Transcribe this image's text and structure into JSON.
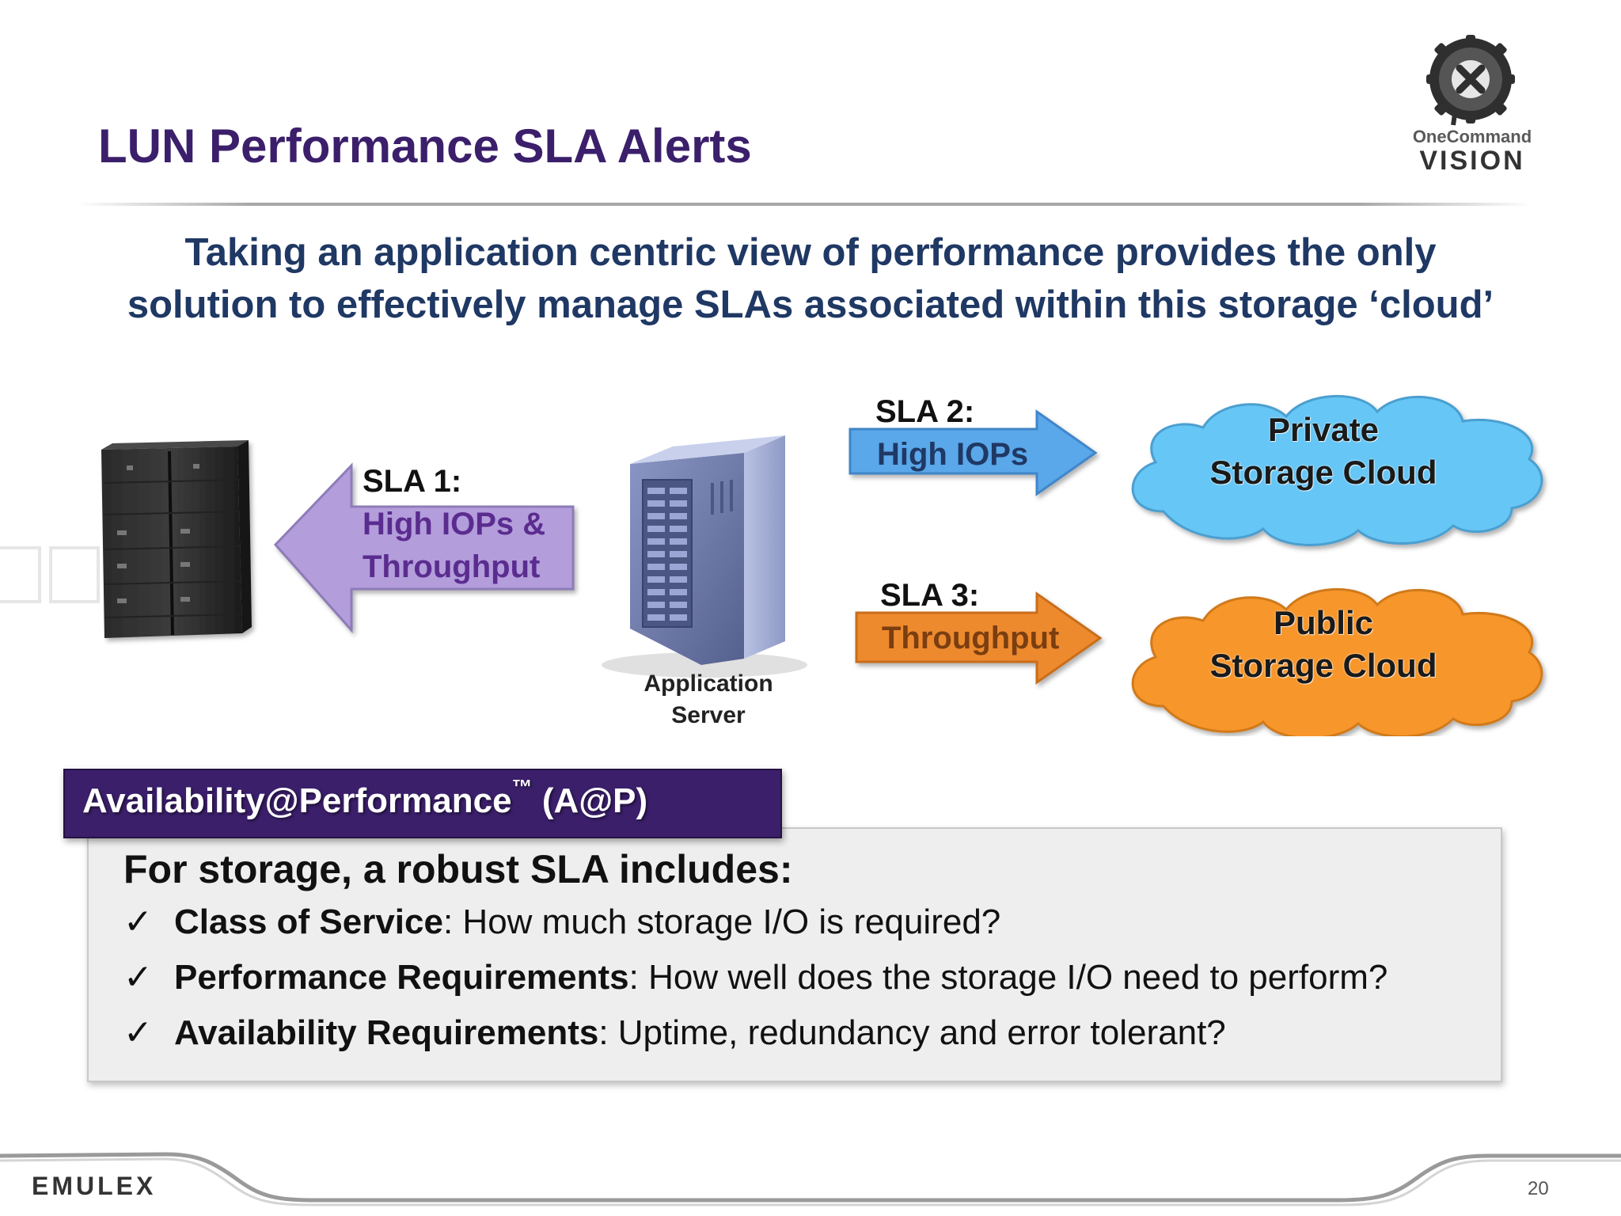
{
  "title": "LUN Performance SLA Alerts",
  "logo": {
    "brand": "OneCommand",
    "product": "VISION",
    "icon": "onecommand-vision-logo-icon"
  },
  "subtitle": {
    "line1": "Taking an application centric view of performance provides the only",
    "line2": "solution to effectively manage SLAs associated within this storage ‘cloud’"
  },
  "diagram": {
    "sla1": {
      "head": "SLA 1:",
      "line1": "High IOPs &",
      "line2": "Throughput",
      "color": "#b39ddb",
      "text_color": "#5b2c8f"
    },
    "sla2": {
      "head": "SLA 2:",
      "line1": "High IOPs",
      "color": "#5aa7ea",
      "text_color": "#1f3864"
    },
    "sla3": {
      "head": "SLA 3:",
      "line1": "Throughput",
      "color": "#ee8a2e",
      "text_color": "#7a3e10"
    },
    "server": {
      "line1": "Application",
      "line2": "Server"
    },
    "cloud_private": {
      "line1": "Private",
      "line2": "Storage Cloud",
      "color": "#66c6f5"
    },
    "cloud_public": {
      "line1": "Public",
      "line2": "Storage Cloud",
      "color": "#f7962b"
    }
  },
  "banner": {
    "text": "Availability@Performance",
    "tm": "™",
    "suffix": " (A@P)",
    "color": "#3b1f6b"
  },
  "box": {
    "heading": "For storage, a robust SLA includes:",
    "check": "✓",
    "items": [
      {
        "term": "Class of Service",
        "desc": ": How much storage I/O is required?"
      },
      {
        "term": "Performance Requirements",
        "desc": ": How well does the storage I/O need to perform?"
      },
      {
        "term": "Availability Requirements",
        "desc": ": Uptime, redundancy and error tolerant?"
      }
    ]
  },
  "footer": {
    "brand": "EMULEX",
    "page": "20"
  }
}
